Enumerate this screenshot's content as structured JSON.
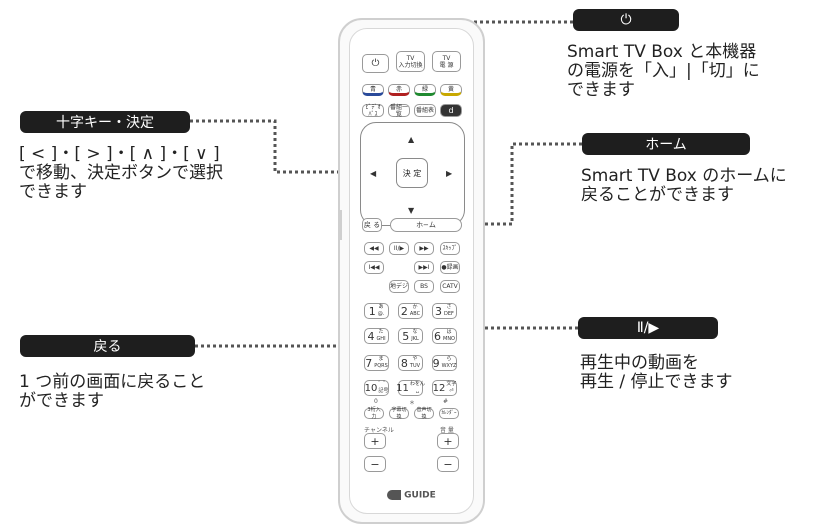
{
  "callouts": {
    "power": {
      "badge": "⏻",
      "lines": [
        "Smart TV Box と本機器",
        "の電源を「入」|「切」に",
        "できます"
      ]
    },
    "dpad": {
      "badge": "十字キー・決定",
      "lines": [
        "[ < ]・[ > ]・[ ∧ ]・[ ∨ ]",
        "で移動、決定ボタンで選択",
        "できます"
      ]
    },
    "home": {
      "badge": "ホーム",
      "lines": [
        "Smart TV Box のホームに",
        "戻ることができます"
      ]
    },
    "back": {
      "badge": "戻る",
      "lines": [
        "1 つ前の画面に戻ること",
        "ができます"
      ]
    },
    "play": {
      "badge": "Ⅱ/▶",
      "lines": [
        "再生中の動画を",
        "再生 / 停止できます"
      ]
    }
  },
  "remote": {
    "power": "⏻",
    "tv_input": "TV\n入力切換",
    "tv_power": "TV\n電 源",
    "color_row": [
      "青",
      "赤",
      "緑",
      "黄"
    ],
    "func_row": [
      "ﾋﾞﾃﾞｵﾊﾞｽ",
      "番組一覧",
      "番組表",
      "d"
    ],
    "dpad_up": "▲",
    "dpad_down": "▼",
    "dpad_left": "◀",
    "dpad_right": "▶",
    "ok": "決 定",
    "back": "戻 る",
    "home": "ホ−ム",
    "rewind": "◀◀",
    "play_pause": "II/▶",
    "ffwd": "▶▶",
    "skip": "ｽｷｯﾌﾟ",
    "prev": "I◀◀",
    "next": "▶▶I",
    "rec": "●録画",
    "terrestrial": "地デジ",
    "bs": "BS",
    "catv": "CATV",
    "num": [
      "1",
      "2",
      "3",
      "4",
      "5",
      "6",
      "7",
      "8",
      "9",
      "10",
      "11",
      "12"
    ],
    "num_sub": [
      "あ\n@.",
      "か\nABC",
      "さ\nDEF",
      "た\nGHI",
      "な\nJKL",
      "は\nMNO",
      "ま\nPQRS",
      "や\nTUV",
      "ら\nWXYZ",
      "゛゜\n記号",
      "わをん\n␣",
      "文字\n⏎"
    ],
    "zero": "0",
    "star": "＊",
    "hash": "#",
    "bottom_row": [
      "3桁入力",
      "字幕切換",
      "音声切換",
      "ｶﾚﾝﾀﾞｰ"
    ],
    "channel_label": "チャンネル",
    "volume_label": "音 量",
    "plus": "+",
    "minus": "−",
    "logo": "GUIDE"
  }
}
